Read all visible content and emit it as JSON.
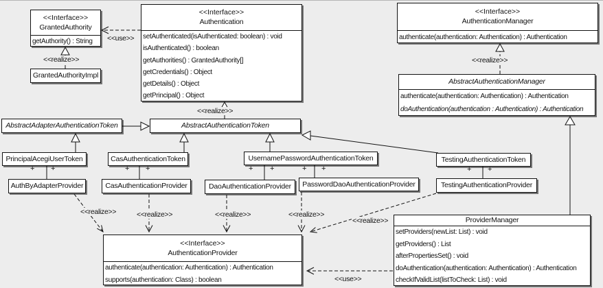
{
  "colors": {
    "background": "#ededed",
    "box_fill": "#ffffff",
    "line": "#111111",
    "shadow": "rgba(0,0,0,0.5)"
  },
  "edge_labels": {
    "realize": "<<realize>>",
    "use": "<<use>>"
  },
  "plus": "+",
  "classes": {
    "granted_authority": {
      "stereotype": "<<Interface>>",
      "name": "GrantedAuthority",
      "methods": [
        "getAuthority() : String"
      ]
    },
    "granted_authority_impl": {
      "name": "GrantedAuthorityImpl"
    },
    "authentication": {
      "stereotype": "<<Interface>>",
      "name": "Authentication",
      "methods": [
        "setAuthenticated(isAuthenticated: boolean) : void",
        "isAuthenticated() : boolean",
        "getAuthorities() : GrantedAuthority[]",
        "getCredentials() : Object",
        "getDetails() : Object",
        "getPrincipal() : Object"
      ]
    },
    "authentication_manager": {
      "stereotype": "<<Interface>>",
      "name": "AuthenticationManager",
      "methods": [
        "authenticate(authentication: Authentication) : Authentication"
      ]
    },
    "abstract_authentication_manager": {
      "name": "AbstractAuthenticationManager",
      "methods": [
        "authenticate(authentication: Authentication) : Authentication",
        "doAuthentication(authentication : Authentication) : Authentication"
      ]
    },
    "abstract_adapter_authentication_token": {
      "name": "AbstractAdapterAuthenticationToken"
    },
    "abstract_authentication_token": {
      "name": "AbstractAuthenticationToken"
    },
    "principal_acegi_user_token": {
      "name": "PrincipalAcegiUserToken"
    },
    "cas_authentication_token": {
      "name": "CasAuthenticationToken"
    },
    "username_password_authentication_token": {
      "name": "UsernamePasswordAuthenticationToken"
    },
    "testing_authentication_token": {
      "name": "TestingAuthenticationToken"
    },
    "auth_by_adapter_provider": {
      "name": "AuthByAdapterProvider"
    },
    "cas_authentication_provider": {
      "name": "CasAuthenticationProvider"
    },
    "dao_authentication_provider": {
      "name": "DaoAuthenticationProvider"
    },
    "password_dao_authentication_provider": {
      "name": "PasswordDaoAuthenticationProvider"
    },
    "testing_authentication_provider": {
      "name": "TestingAuthenticationProvider"
    },
    "authentication_provider": {
      "stereotype": "<<Interface>>",
      "name": "AuthenticationProvider",
      "methods": [
        "authenticate(authentication: Authentication) : Authentication",
        "supports(authentication: Class) : boolean"
      ]
    },
    "provider_manager": {
      "name": "ProviderManager",
      "methods": [
        "setProviders(newList: List) : void",
        "getProviders() : List",
        "afterPropertiesSet() : void",
        "doAuthentication(authentication: Authentication) : Authentication",
        "checkIfValidList(listToCheck: List) : void"
      ]
    }
  }
}
